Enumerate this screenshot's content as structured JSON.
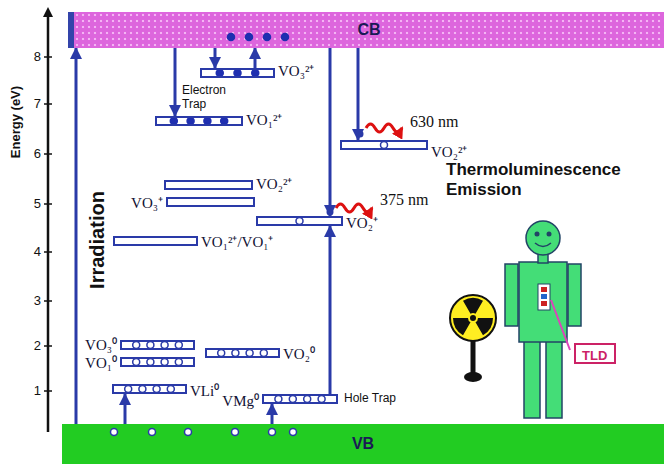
{
  "diagram": {
    "nodes": [
      {
        "text": [
          "CB"
        ]
      },
      {
        "text": [
          "VO₃²⁺"
        ]
      },
      {
        "text": [
          "VO₁²⁺"
        ]
      },
      {
        "text": [
          "VO₂²⁺"
        ]
      },
      {
        "text": [
          "VO₂²⁺"
        ]
      },
      {
        "text": [
          "VO₃⁺"
        ]
      },
      {
        "text": [
          "VO₂⁺"
        ]
      },
      {
        "text": [
          "VO₁²⁺/VO₁⁺"
        ]
      },
      {
        "text": [
          "VO₃⁰"
        ]
      },
      {
        "text": [
          "VO₁⁰"
        ]
      },
      {
        "text": [
          "VO₂⁰"
        ]
      },
      {
        "text": [
          "VLi⁰"
        ]
      },
      {
        "text": [
          "VMg⁰"
        ]
      },
      {
        "text": [
          "TLD"
        ]
      },
      {
        "text": [
          "VB"
        ]
      }
    ],
    "edges": [
      {
        "from": 14,
        "to": 0,
        "arrow": "to",
        "label": "Irradiation"
      },
      {
        "from": 0,
        "to": 2,
        "arrow": "to"
      },
      {
        "from": 0,
        "to": 1,
        "arrow": "to"
      },
      {
        "from": 1,
        "to": 0,
        "arrow": "to"
      },
      {
        "from": 0,
        "to": 6,
        "arrow": "to"
      },
      {
        "from": 0,
        "to": 3,
        "arrow": "to"
      },
      {
        "from": 14,
        "to": 11,
        "arrow": "to"
      },
      {
        "from": 14,
        "to": 12,
        "arrow": "to"
      },
      {
        "from": 12,
        "to": 6,
        "arrow": "to"
      }
    ],
    "labels": [
      "Energy (eV)",
      "8",
      "7",
      "6",
      "5",
      "4",
      "3",
      "2",
      "1",
      "Electron Trap",
      "375 nm",
      "630 nm",
      "Thermoluminescence Emission",
      "Hole Trap"
    ]
  }
}
